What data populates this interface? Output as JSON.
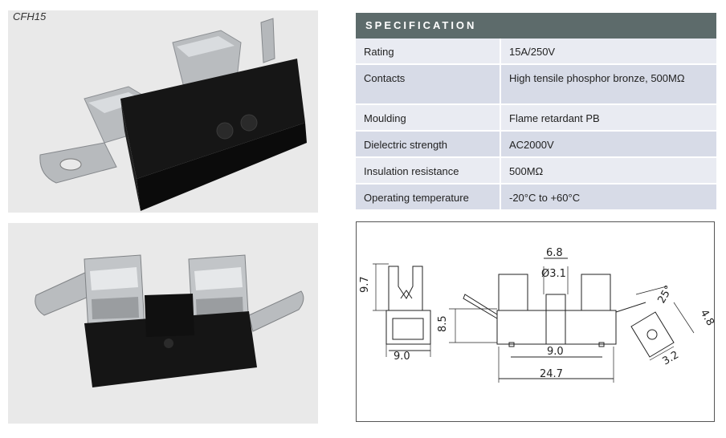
{
  "model": "CFH15",
  "spec": {
    "header": "SPECIFICATION",
    "rows": [
      {
        "label": "Rating",
        "value": "15A/250V"
      },
      {
        "label": "Contacts",
        "value": "High tensile phosphor bronze, 500MΩ"
      },
      {
        "label": "Moulding",
        "value": "Flame retardant PB"
      },
      {
        "label": "Dielectric strength",
        "value": "AC2000V"
      },
      {
        "label": "Insulation resistance",
        "value": "500MΩ"
      },
      {
        "label": "Operating temperature",
        "value": "-20°C to +60°C"
      }
    ]
  },
  "drawing": {
    "side_height": "9.7",
    "side_width": "9.0",
    "front_height": "8.5",
    "gap": "6.8",
    "hole": "Ø3.1",
    "inner_width": "9.0",
    "overall_width": "24.7",
    "angle": "25°",
    "tab_length": "4.8",
    "tab_width": "3.2"
  }
}
